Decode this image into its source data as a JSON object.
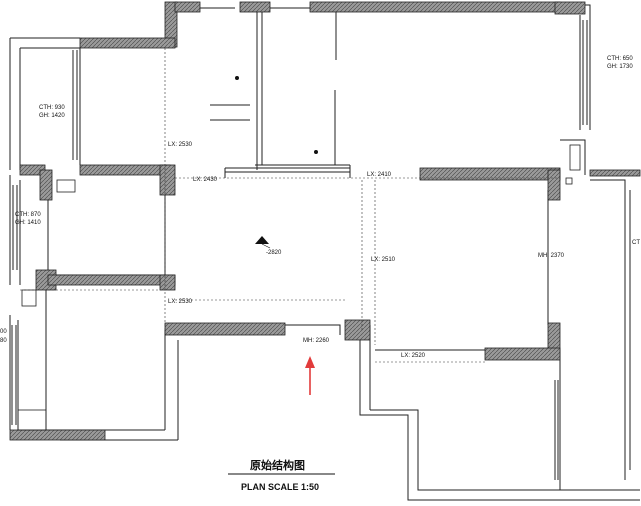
{
  "colors": {
    "wall_fill": "#8a8a8a",
    "line": "#222222",
    "arrow": "#e23b3b"
  },
  "labels": {
    "lx_2530_a": "LX: 2530",
    "lx_2430": "LX: 2430",
    "lx_2410": "LX: 2410",
    "lx_2510": "LX: 2510",
    "lx_2530_b": "LX: 2530",
    "lx_2520": "LX: 2520",
    "mh_2370": "MH: 2370",
    "mh_2260": "MH: 2260",
    "elevation": "-2820",
    "cth_650": "CTH: 650",
    "gh_1730": "GH: 1730",
    "cth_930": "CTH: 930",
    "gh_1420": "GH: 1420",
    "cth_870": "CTH: 870",
    "gh_1410": "GH: 1410",
    "edge_ct": "CT",
    "edge_oo": "00",
    "edge_80": "80"
  },
  "title": "原始结构图",
  "subtitle": "PLAN SCALE 1:50"
}
